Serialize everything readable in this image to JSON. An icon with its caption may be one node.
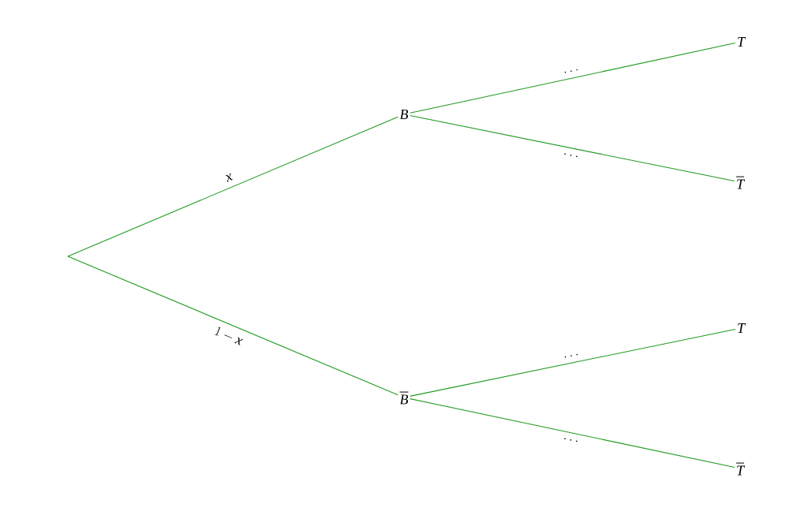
{
  "diagram": {
    "nodes": [
      {
        "text": [
          "B"
        ]
      },
      {
        "text": [
          "\\overline{B}"
        ]
      },
      {
        "text": [
          "T"
        ]
      },
      {
        "text": [
          "\\overline{T}"
        ]
      },
      {
        "text": [
          "T"
        ]
      },
      {
        "text": [
          "\\overline{T}"
        ]
      }
    ],
    "edges": [
      {
        "from": null,
        "to": 0,
        "arrow": "none",
        "label": "x"
      },
      {
        "from": null,
        "to": 1,
        "arrow": "none",
        "label": "1-x"
      },
      {
        "from": 0,
        "to": 2,
        "arrow": "none",
        "label": "\\ldots"
      },
      {
        "from": 0,
        "to": 3,
        "arrow": "none",
        "label": "\\ldots"
      },
      {
        "from": 1,
        "to": 4,
        "arrow": "none",
        "label": "\\ldots"
      },
      {
        "from": 1,
        "to": 5,
        "arrow": "none",
        "label": "\\ldots"
      }
    ]
  }
}
